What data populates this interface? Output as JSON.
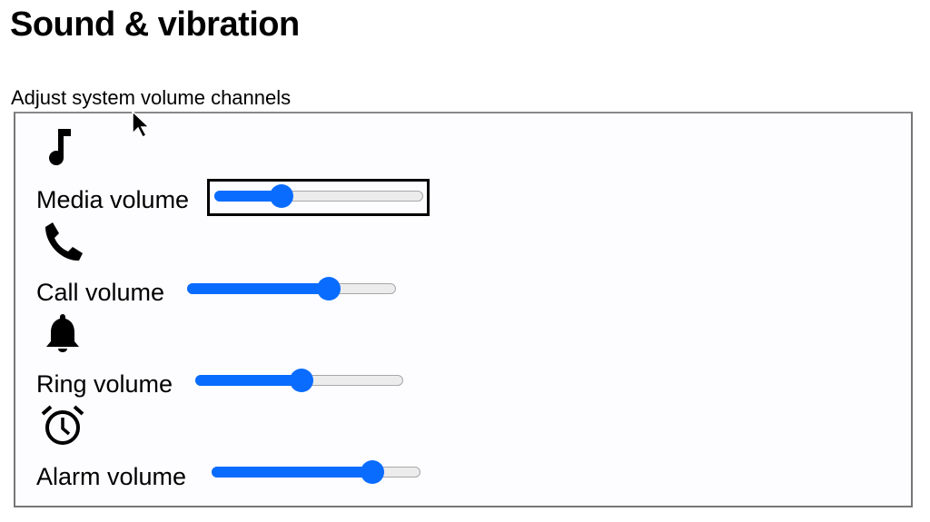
{
  "page": {
    "title": "Sound & vibration"
  },
  "group": {
    "legend": "Adjust system volume channels",
    "channels": [
      {
        "icon": "music-note-icon",
        "label": "Media volume",
        "value": 30,
        "focused": true
      },
      {
        "icon": "phone-icon",
        "label": "Call volume",
        "value": 70,
        "focused": false
      },
      {
        "icon": "bell-icon",
        "label": "Ring volume",
        "value": 51,
        "focused": false
      },
      {
        "icon": "alarm-clock-icon",
        "label": "Alarm volume",
        "value": 80,
        "focused": false
      }
    ]
  },
  "colors": {
    "accent": "#0a6cff",
    "track": "#ececec"
  }
}
